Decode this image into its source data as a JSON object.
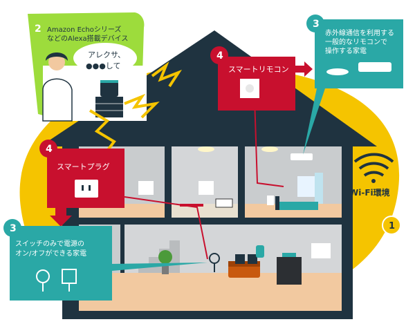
{
  "callouts": {
    "alexa": {
      "number": "2",
      "line1": "Amazon Echoシリーズ",
      "line2": "などのAlexa搭載デバイス"
    },
    "speech": {
      "line1": "アレクサ、",
      "line2": "●●●して"
    },
    "remote_home": {
      "number": "3",
      "line1": "赤外線通信を利用する",
      "line2": "一般的なリモコンで",
      "line3": "操作する家電"
    },
    "smart_remote": {
      "number": "4",
      "label": "スマートリモコン"
    },
    "smart_plug": {
      "number": "4",
      "label": "スマートプラグ"
    },
    "switch_home": {
      "number": "3",
      "line1": "スイッチのみで電源の",
      "line2": "オン/オフができる家電"
    },
    "wifi": {
      "number": "1",
      "label": "Wi-Fi環境"
    }
  },
  "colors": {
    "yellow": "#f5c400",
    "green": "#9ddc3c",
    "teal": "#2aa8a6",
    "red": "#c8102e",
    "navy": "#1f3340",
    "wall": "#c6c9cc",
    "floor": "#f2c9a0"
  }
}
